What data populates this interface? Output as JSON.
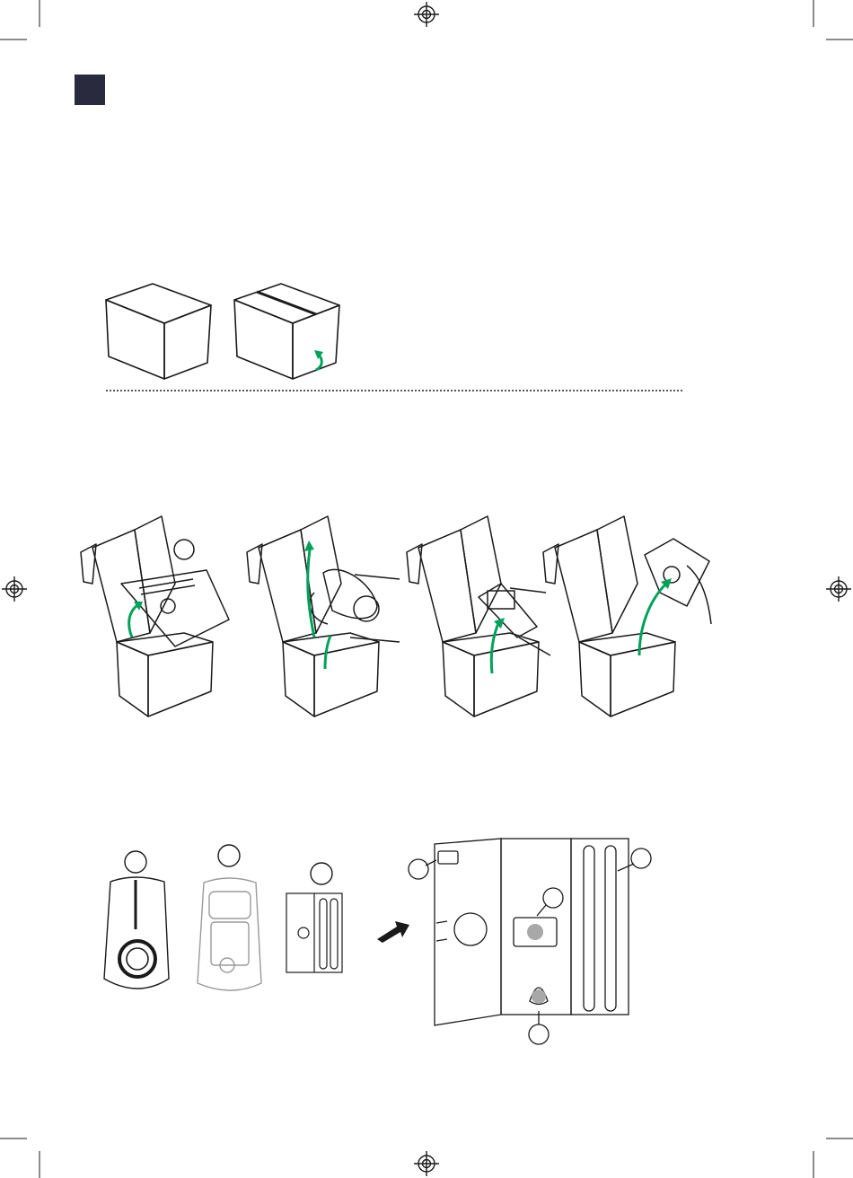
{
  "colors": {
    "ink": "#1a1a1a",
    "accent": "#00a25a",
    "square": "#2a2a3e",
    "light_line": "#9a9a9a",
    "grey_fill": "#a8a8a8"
  },
  "icons": {
    "registration_mark": "crosshair-circle",
    "hint_arrow": "curved-green-arrow",
    "pointer_arrow": "black-arrow"
  }
}
